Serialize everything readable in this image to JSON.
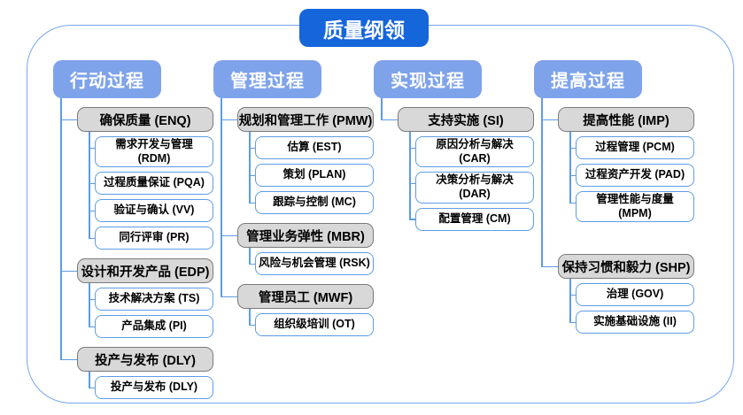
{
  "title": "质量纲领",
  "colors": {
    "title_bg": "#1565DB",
    "header_bg": "#7EA3EA",
    "line": "#5D9CE5",
    "frame": "#74A7ED",
    "gray_fill": "#D8D8D8",
    "gray_border": "#7A7A7A"
  },
  "columns": [
    {
      "header": "行动过程",
      "groups": [
        {
          "label": "确保质量 (ENQ)",
          "children": [
            "需求开发与管理 (RDM)",
            "过程质量保证 (PQA)",
            "验证与确认 (VV)",
            "同行评审 (PR)"
          ]
        },
        {
          "label": "设计和开发产品 (EDP)",
          "children": [
            "技术解决方案 (TS)",
            "产品集成 (PI)"
          ]
        },
        {
          "label": "投产与发布 (DLY)",
          "children": [
            "投产与发布 (DLY)"
          ]
        }
      ]
    },
    {
      "header": "管理过程",
      "groups": [
        {
          "label": "规划和管理工作 (PMW)",
          "children": [
            "估算 (EST)",
            "策划 (PLAN)",
            "跟踪与控制 (MC)"
          ]
        },
        {
          "label": "管理业务弹性 (MBR)",
          "children": [
            "风险与机会管理 (RSK)"
          ]
        },
        {
          "label": "管理员工 (MWF)",
          "children": [
            "组织级培训 (OT)"
          ]
        }
      ]
    },
    {
      "header": "实现过程",
      "groups": [
        {
          "label": "支持实施 (SI)",
          "children": [
            "原因分析与解决 (CAR)",
            "决策分析与解决 (DAR)",
            "配置管理 (CM)"
          ]
        }
      ]
    },
    {
      "header": "提高过程",
      "groups": [
        {
          "label": "提高性能 (IMP)",
          "children": [
            "过程管理 (PCM)",
            "过程资产开发 (PAD)",
            "管理性能与度量 (MPM)"
          ]
        },
        {
          "label": "保持习惯和毅力 (SHP)",
          "children": [
            "治理 (GOV)",
            "实施基础设施 (II)"
          ]
        }
      ]
    }
  ]
}
